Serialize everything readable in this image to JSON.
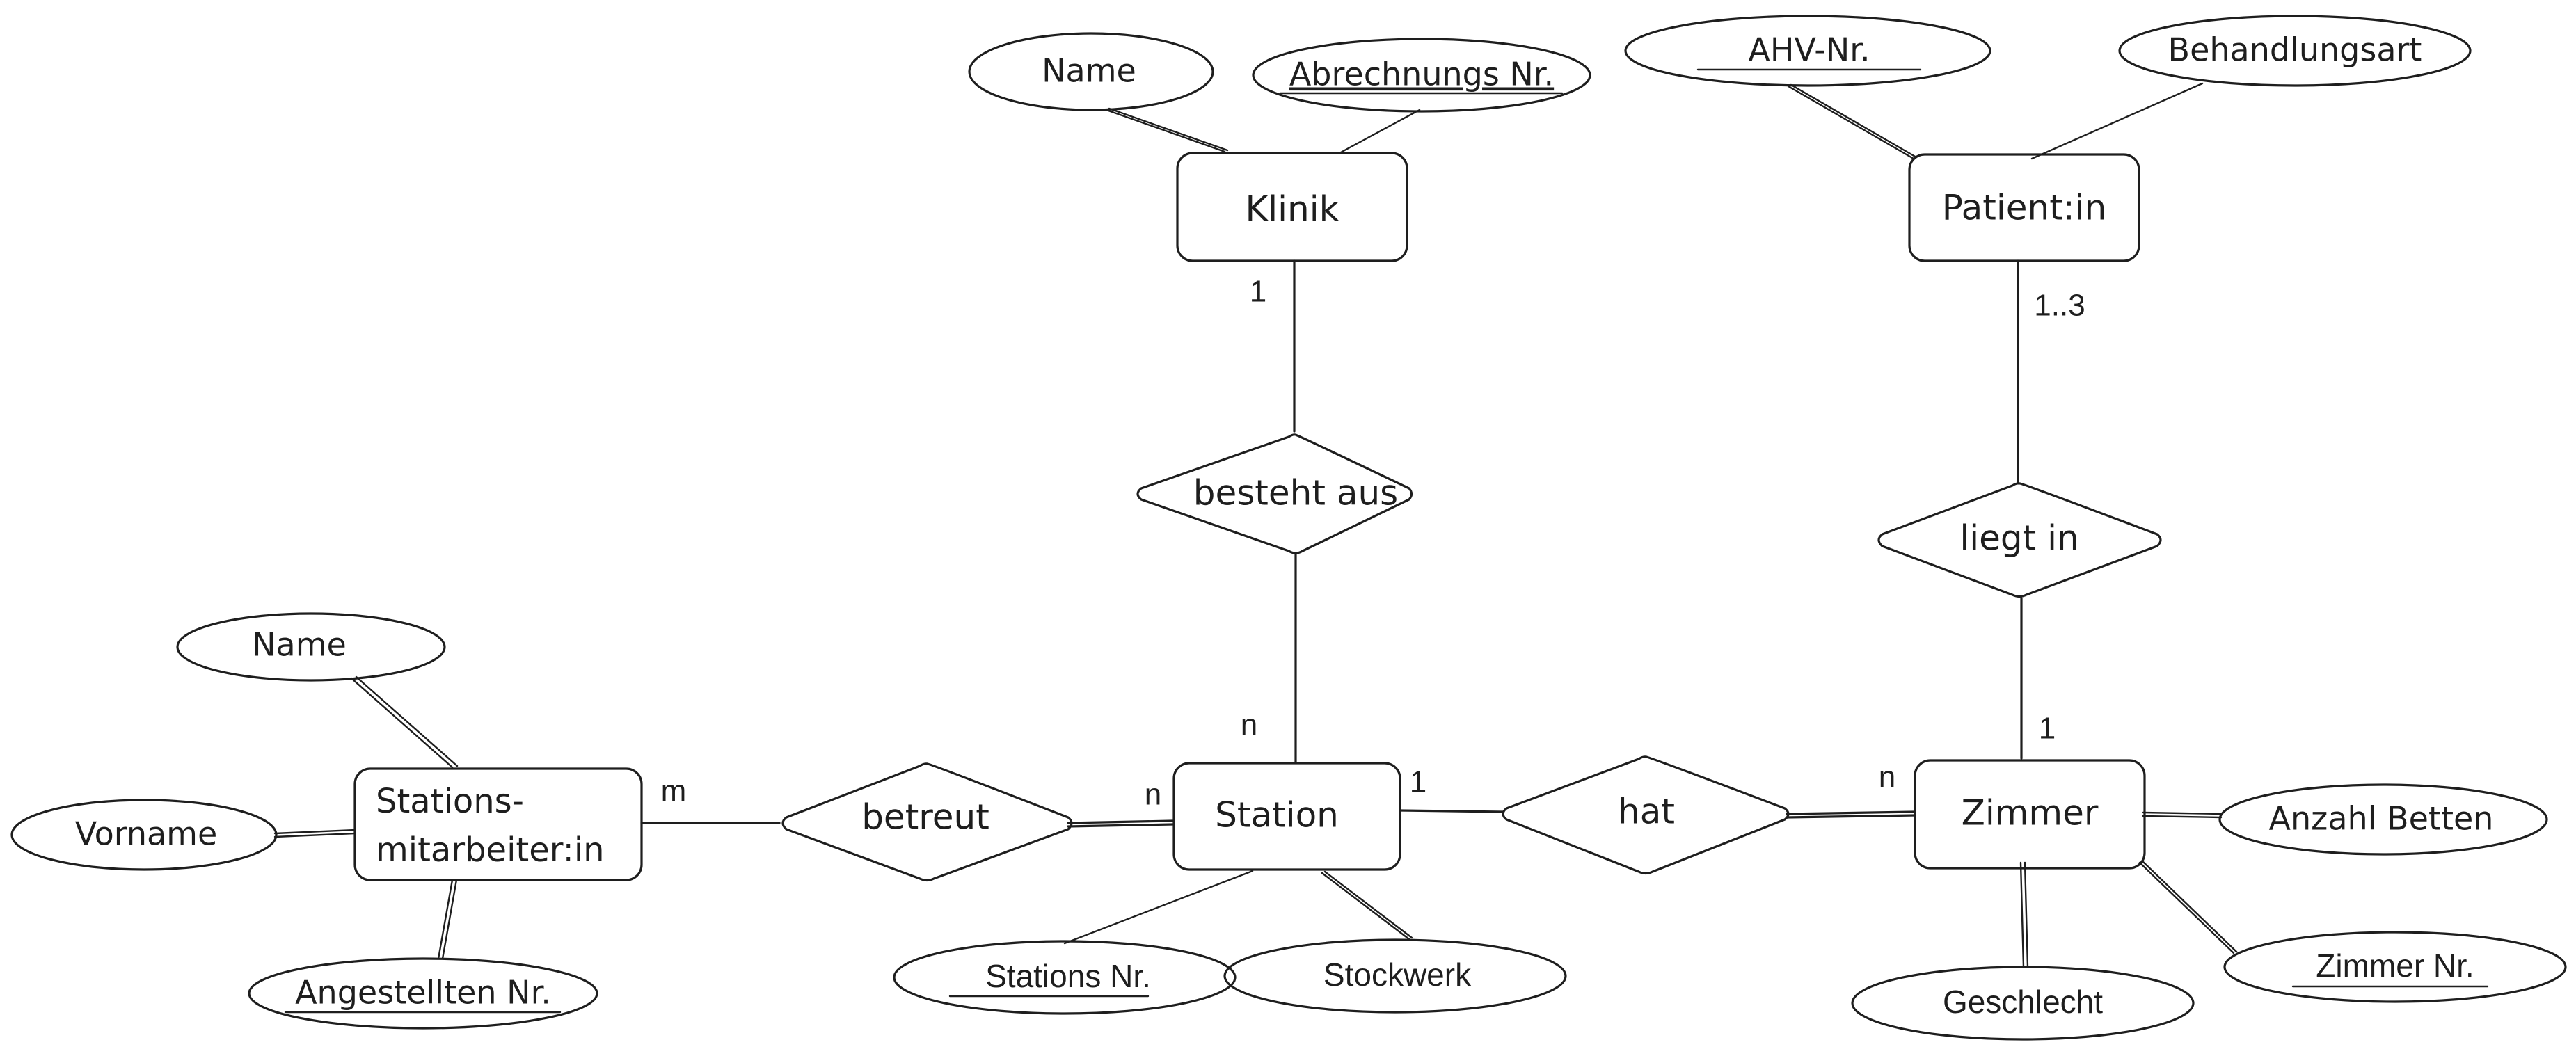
{
  "entities": {
    "klinik": "Klinik",
    "patient": "Patient:in",
    "station": "Station",
    "zimmer": "Zimmer",
    "mitarbeiter_line1": "Stations-",
    "mitarbeiter_line2": "mitarbeiter:in"
  },
  "relationships": {
    "besteht_aus": "besteht aus",
    "liegt_in": "liegt in",
    "betreut": "betreut",
    "hat": "hat"
  },
  "attributes": {
    "klinik_name": "Name",
    "klinik_abrechnungs_nr": "Abrechnungs Nr.",
    "patient_ahv_nr": "AHV-Nr.",
    "patient_behandlungsart": "Behandlungsart",
    "mitarbeiter_name": "Name",
    "mitarbeiter_vorname": "Vorname",
    "mitarbeiter_angestellten_nr": "Angestellten Nr.",
    "station_stations_nr": "Stations Nr.",
    "station_stockwerk": "Stockwerk",
    "zimmer_anzahl_betten": "Anzahl Betten",
    "zimmer_geschlecht": "Geschlecht",
    "zimmer_zimmer_nr": "Zimmer Nr."
  },
  "cardinalities": {
    "klinik_besteht": "1",
    "station_besteht": "n",
    "patient_liegt": "1..3",
    "zimmer_liegt": "1",
    "mitarbeiter_betreut": "m",
    "station_betreut": "n",
    "station_hat": "1",
    "zimmer_hat": "n"
  }
}
